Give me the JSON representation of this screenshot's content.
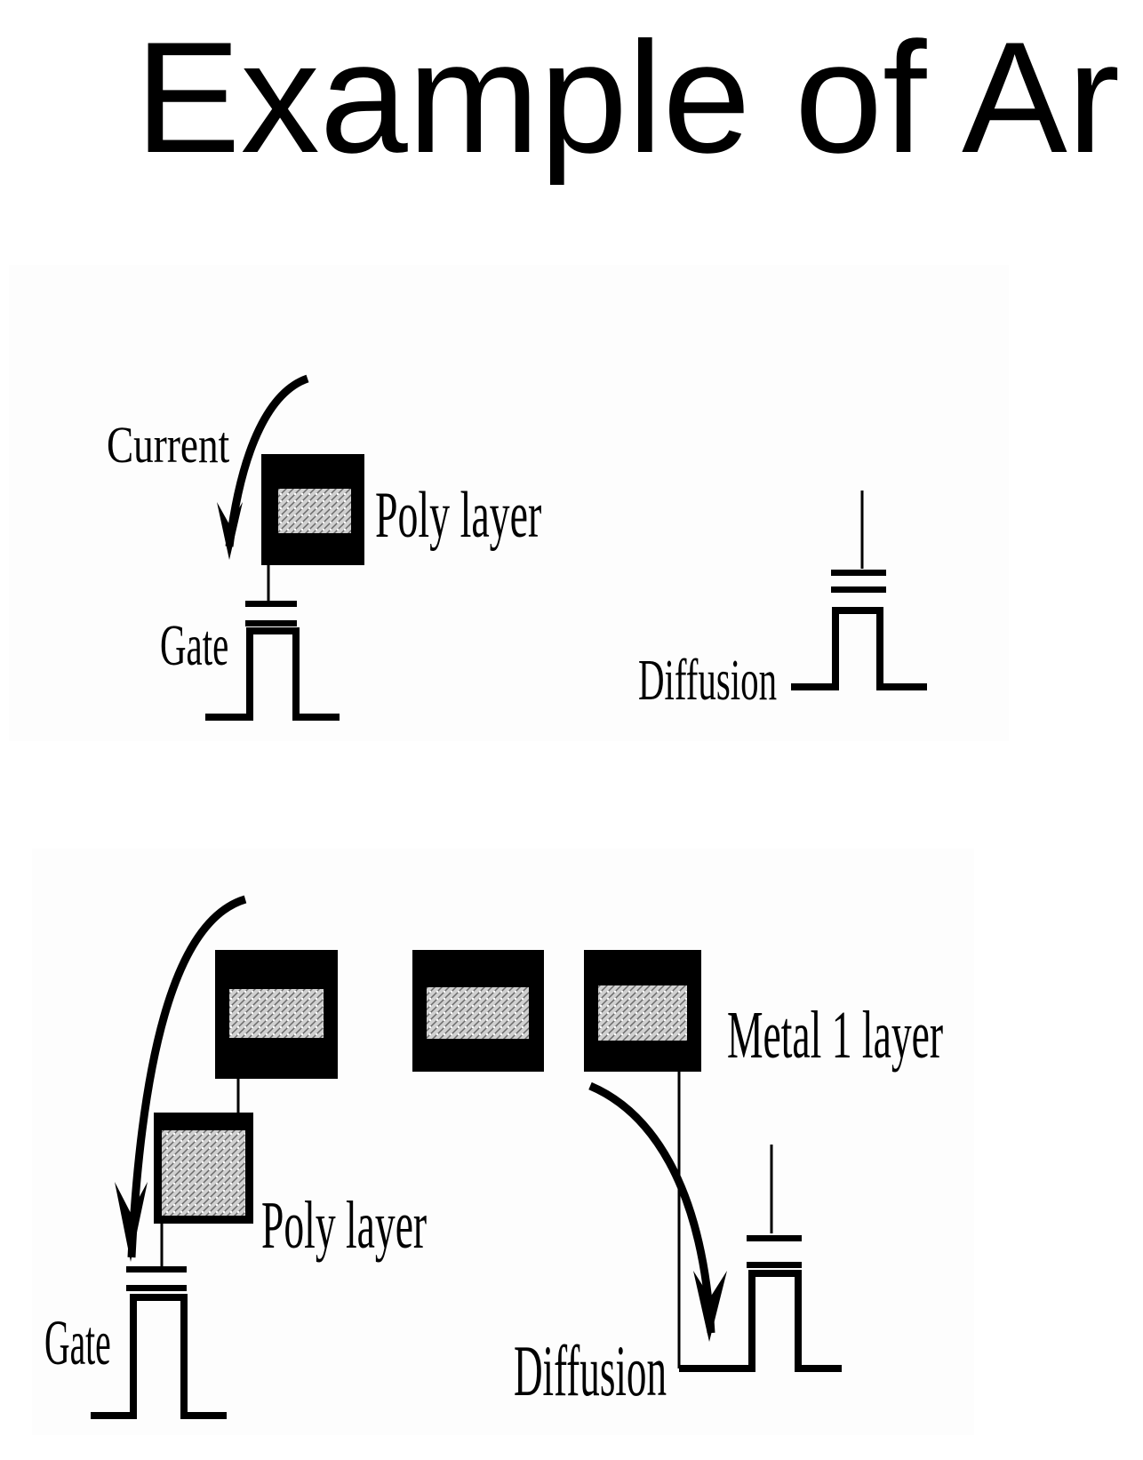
{
  "title": "Example of Ar",
  "top_diagram": {
    "current_label": "Current",
    "poly_label": "Poly layer",
    "gate_label": "Gate",
    "diffusion_label": "Diffusion"
  },
  "bottom_diagram": {
    "metal_label": "Metal 1 layer",
    "poly_label": "Poly layer",
    "gate_label": "Gate",
    "diffusion_label": "Diffusion"
  },
  "colors": {
    "ink": "#000000",
    "panel": "#fdfdfd",
    "fill_pattern": "#bdbdbd"
  }
}
